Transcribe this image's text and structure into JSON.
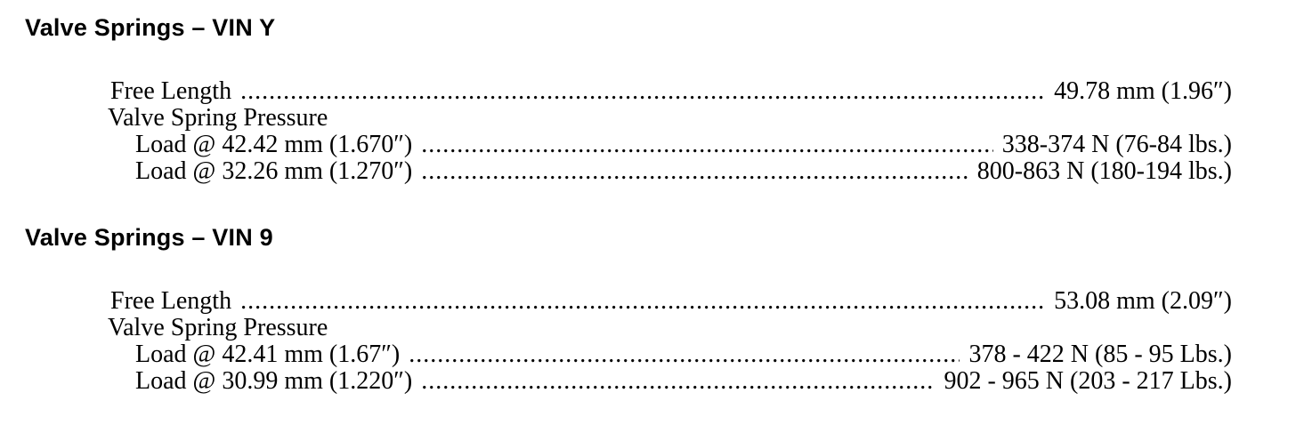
{
  "sections": [
    {
      "title": "Valve Springs – VIN Y",
      "free_length": {
        "label": "Free Length",
        "value": "49.78 mm (1.96″)"
      },
      "pressure_heading": "Valve Spring Pressure",
      "loads": [
        {
          "label": "Load @ 42.42 mm (1.670″)",
          "value": "338-374 N (76-84 lbs.)"
        },
        {
          "label": "Load @ 32.26 mm (1.270″)",
          "value": "800-863 N (180-194 lbs.)"
        }
      ]
    },
    {
      "title": "Valve Springs – VIN 9",
      "free_length": {
        "label": "Free Length",
        "value": "53.08 mm (2.09″)"
      },
      "pressure_heading": "Valve Spring Pressure",
      "loads": [
        {
          "label": "Load @ 42.41 mm (1.67″)",
          "value": "378 - 422 N (85 - 95 Lbs.)"
        },
        {
          "label": "Load @ 30.99 mm (1.220″)",
          "value": "902 - 965 N (203 - 217 Lbs.)"
        }
      ]
    }
  ]
}
